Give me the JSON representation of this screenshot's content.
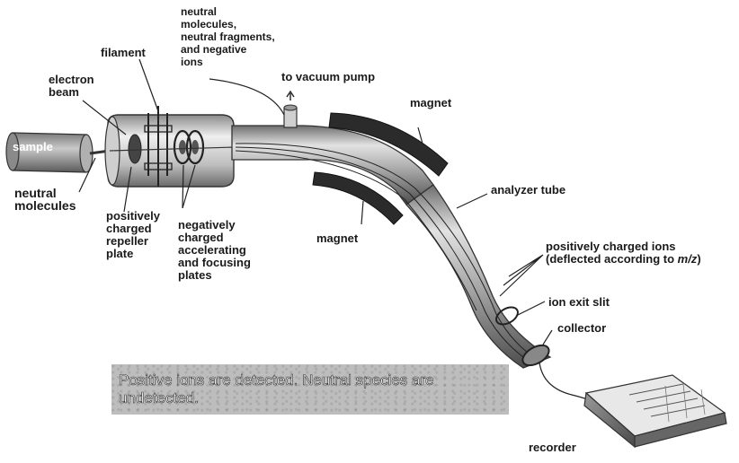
{
  "labels": {
    "sample": "sample",
    "electron_beam": "electron\nbeam",
    "filament": "filament",
    "neutral_top": "neutral\nmolecules,\nneutral fragments,\nand negative\nions",
    "vacuum": "to vacuum pump",
    "magnet_top": "magnet",
    "magnet_bottom": "magnet",
    "analyzer_tube": "analyzer tube",
    "neutral_molecules": "neutral\nmolecules",
    "repeller": "positively\ncharged\nrepeller\nplate",
    "accelerating": "negatively\ncharged\naccelerating\nand focusing\nplates",
    "positive_ions": "positively charged ions\n(deflected according to ",
    "positive_ions_mz": "m/z",
    "positive_ions_end": ")",
    "exit_slit": "ion exit slit",
    "collector": "collector",
    "recorder": "recorder"
  },
  "note": {
    "text": "Positive ions are detected.  Neutral species are undetected."
  },
  "colors": {
    "ink": "#1a1a1a",
    "tube_light": "#e8e8e8",
    "tube_mid": "#a8a8a8",
    "tube_dark": "#4a4a4a",
    "magnet": "#2b2b2b",
    "note_bg": "#bdbdbd"
  }
}
